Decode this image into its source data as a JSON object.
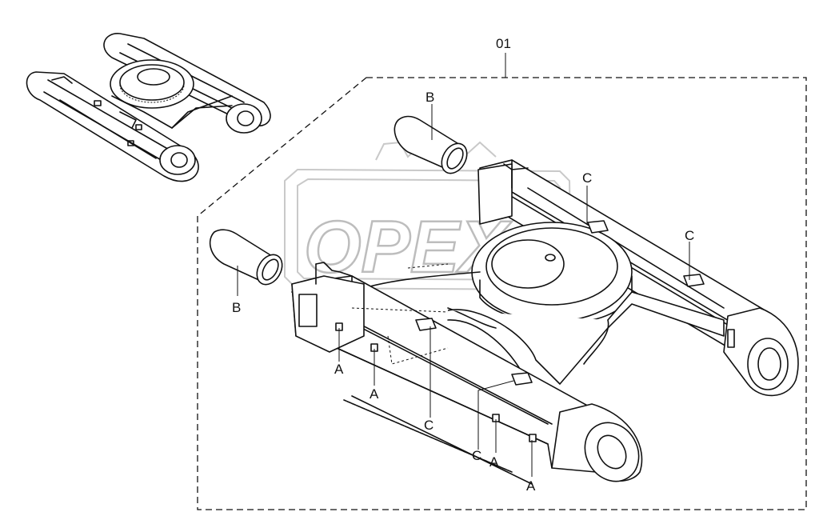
{
  "diagram": {
    "assembly_label": "01",
    "labels": {
      "a": "A",
      "b": "B",
      "c": "C"
    },
    "watermark_text": "OPEX",
    "ink_color": "#111111",
    "watermark_color": "#bdbdbd"
  }
}
